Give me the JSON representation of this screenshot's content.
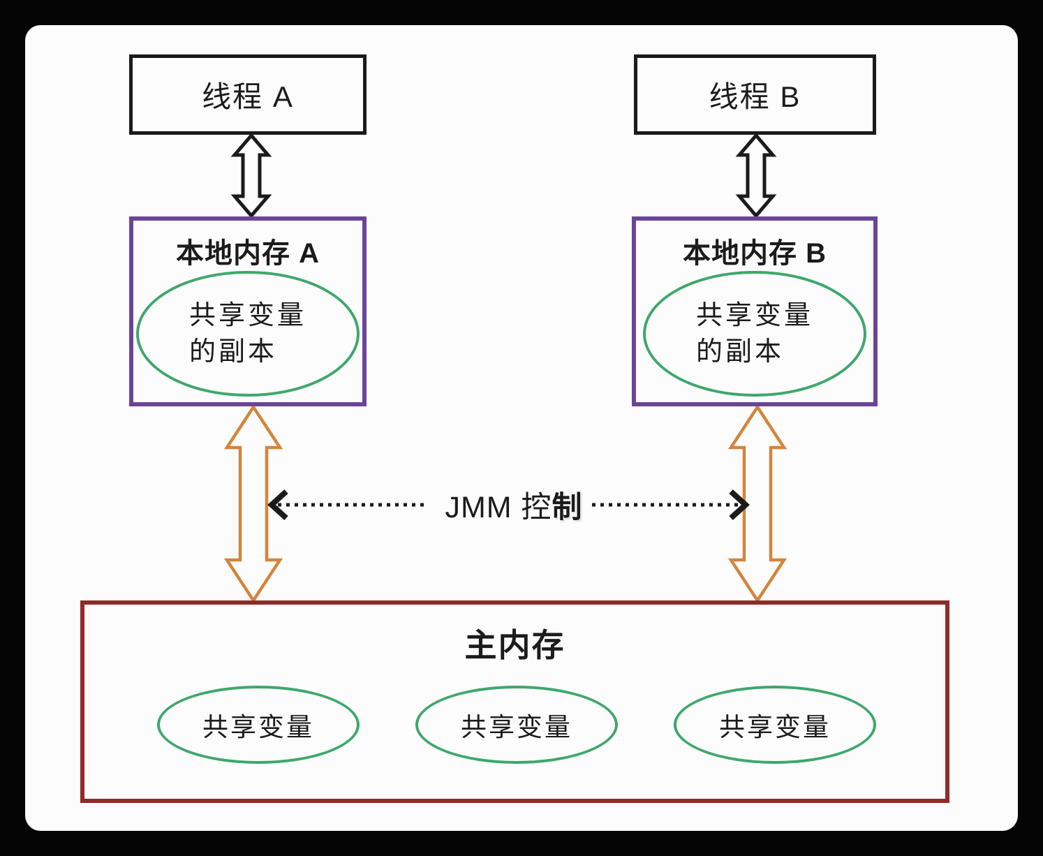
{
  "diagram": {
    "thread_a": "线程 A",
    "thread_b": "线程 B",
    "local_memory_a": {
      "title": "本地内存 A",
      "copy_line1": "共享变量",
      "copy_line2": "的副本"
    },
    "local_memory_b": {
      "title": "本地内存 B",
      "copy_line1": "共享变量",
      "copy_line2": "的副本"
    },
    "jmm": {
      "regular": "JMM 控",
      "bold": "制"
    },
    "main_memory": {
      "title": "主内存",
      "shared_vars": [
        "共享变量",
        "共享变量",
        "共享变量"
      ]
    },
    "colors": {
      "thread_border": "#1b1b1b",
      "local_border": "#6c4496",
      "ellipse_green": "#3fa76d",
      "arrow_orange": "#d2853c",
      "main_border": "#8f2b28",
      "arrow_black": "#1b1b1b",
      "panel_background": "#fcfcfc"
    }
  }
}
